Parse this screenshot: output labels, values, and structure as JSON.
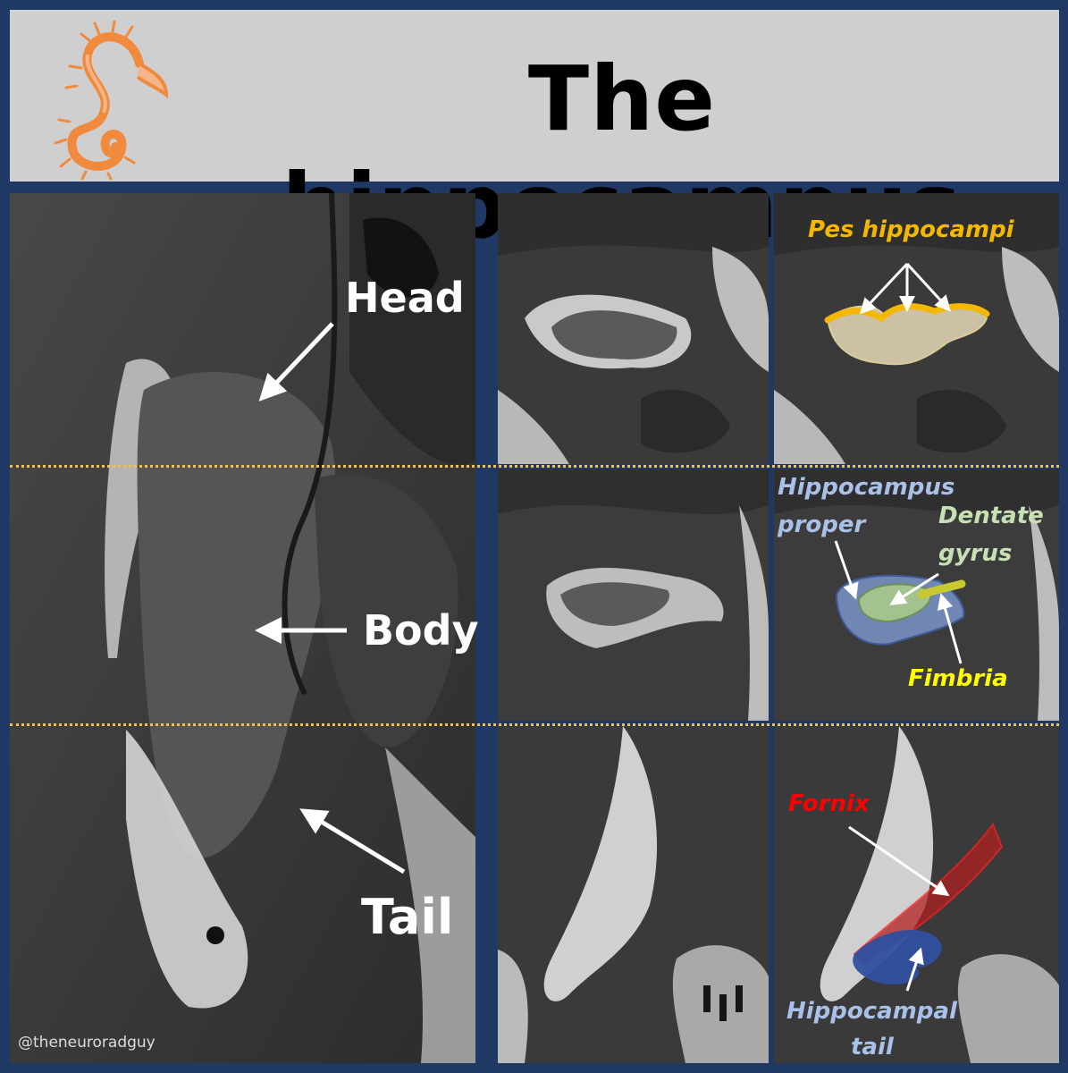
{
  "header": {
    "title": "The hippocampus",
    "logo_icon": "seahorse-icon"
  },
  "regions": {
    "head": "Head",
    "body": "Body",
    "tail": "Tail"
  },
  "annotations": {
    "pes_hippocampi": "Pes hippocampi",
    "hippocampus_proper_line1": "Hippocampus",
    "hippocampus_proper_line2": "proper",
    "dentate_gyrus_line1": "Dentate",
    "dentate_gyrus_line2": "gyrus",
    "fimbria": "Fimbria",
    "fornix": "Fornix",
    "hippocampal_tail_line1": "Hippocampal",
    "hippocampal_tail_line2": "tail"
  },
  "credit": "@theneuroradguy",
  "colors": {
    "frame": "#1f3864",
    "header_bg": "#d0cfd0",
    "separator": "#f2c14e",
    "pes": "#f5b800",
    "hippocampus_proper": "#a9c1e8",
    "dentate": "#c6e0b4",
    "fimbria": "#ffff00",
    "fornix": "#ff0000",
    "tail_structure": "#2f4f9f"
  }
}
